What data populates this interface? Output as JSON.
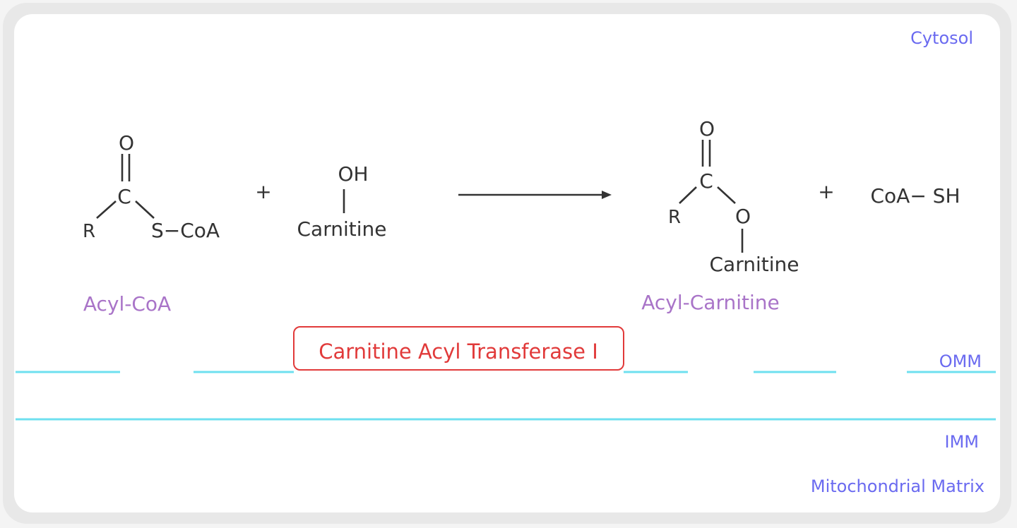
{
  "regions": {
    "cytosol": "Cytosol",
    "omm": "OMM",
    "imm": "IMM",
    "matrix": "Mitochondrial Matrix"
  },
  "reactants": {
    "acyl_coa": {
      "name": "Acyl-CoA",
      "atoms": {
        "oxygen": "O",
        "carbon": "C",
        "r_group": "R",
        "thioester": "S−CoA"
      }
    },
    "plus_1": "+",
    "carnitine": {
      "atoms": {
        "hydroxyl": "OH",
        "backbone": "Carnitine"
      }
    }
  },
  "products": {
    "acyl_carnitine": {
      "name": "Acyl-Carnitine",
      "atoms": {
        "oxygen_top": "O",
        "carbon": "C",
        "r_group": "R",
        "ester_oxygen": "O",
        "backbone": "Carnitine"
      }
    },
    "plus_2": "+",
    "coa_sh": "CoA− SH"
  },
  "enzyme": "Carnitine Acyl Transferase I",
  "colors": {
    "membrane": "#6fe0ef",
    "enzyme": "#e13a3a",
    "compound_name": "#a974c8",
    "region_label": "#6a6af0",
    "structure": "#333333"
  }
}
